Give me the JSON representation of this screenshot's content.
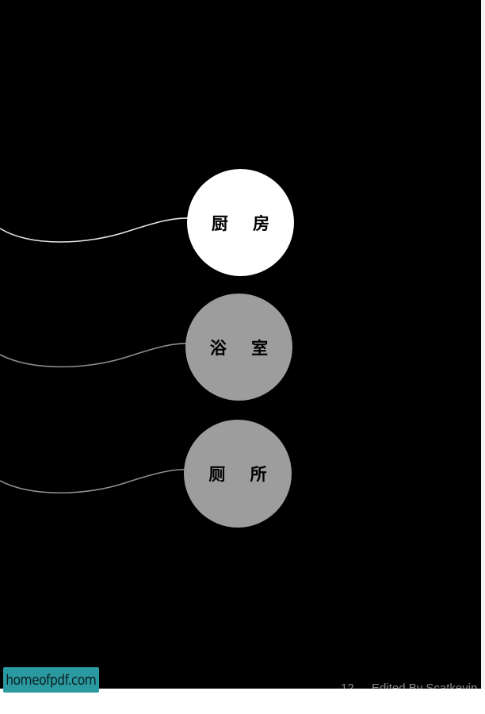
{
  "rooms": [
    {
      "label": "厨 房",
      "color": "#ffffff"
    },
    {
      "label": "浴 室",
      "color": "#9d9d9d"
    },
    {
      "label": "厕 所",
      "color": "#9d9d9d"
    }
  ],
  "footer": {
    "page_number": "12",
    "credit": "Edited By Scatkevin"
  },
  "watermark": {
    "text": "homeofpdf.com",
    "color": "#2b9aa0"
  }
}
